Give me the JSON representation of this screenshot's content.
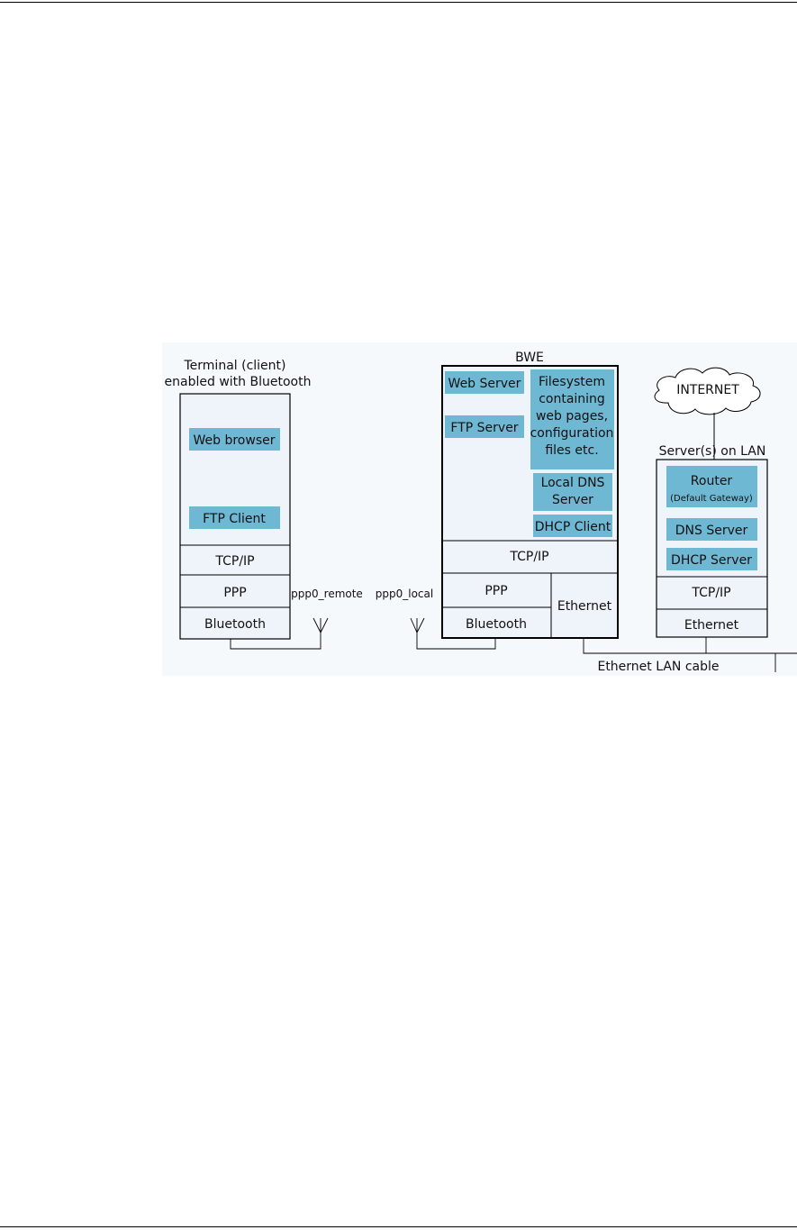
{
  "colors": {
    "panel": "#eef4f9",
    "module": "#6fb8d3",
    "line": "#000000",
    "background_area": "#f5f9fc"
  },
  "terminal": {
    "title_line1": "Terminal (client)",
    "title_line2": "enabled with Bluetooth",
    "web_browser": "Web browser",
    "ftp_client": "FTP Client",
    "tcpip": "TCP/IP",
    "ppp": "PPP",
    "bluetooth": "Bluetooth",
    "link_label": "ppp0_remote"
  },
  "bwe": {
    "title": "BWE",
    "web_server": "Web Server",
    "ftp_server": "FTP Server",
    "filesystem": [
      "Filesystem",
      "containing",
      "web pages,",
      "configuration",
      "files etc."
    ],
    "local_dns": [
      "Local DNS",
      "Server"
    ],
    "dhcp_client": "DHCP Client",
    "tcpip": "TCP/IP",
    "ppp": "PPP",
    "bluetooth": "Bluetooth",
    "ethernet": "Ethernet",
    "link_label": "ppp0_local"
  },
  "server": {
    "title": "Server(s) on LAN",
    "internet": "INTERNET",
    "router": "Router",
    "router_sub": "(Default Gateway)",
    "dns_server": "DNS Server",
    "dhcp_server": "DHCP Server",
    "tcpip": "TCP/IP",
    "ethernet": "Ethernet"
  },
  "cable_label": "Ethernet LAN cable"
}
